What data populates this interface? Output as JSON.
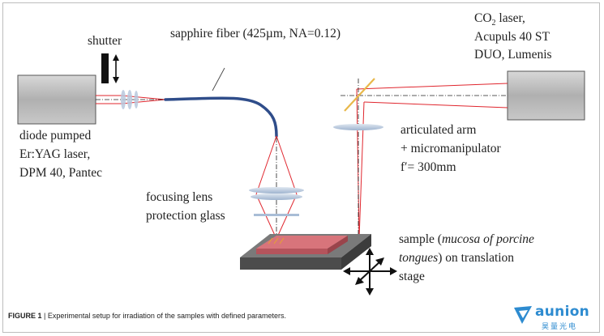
{
  "labels": {
    "shutter": "shutter",
    "fiber": "sapphire fiber (425µm, NA=0.12)",
    "co2_prefix": "CO",
    "co2_sub": "2",
    "co2_suffix": " laser,",
    "co2_line2": "Acupuls 40 ST",
    "co2_line3": "DUO, Lumenis",
    "diode_line1": "diode pumped",
    "diode_line2": "Er:YAG laser,",
    "diode_line3": "DPM 40, Pantec",
    "arm_line1": "articulated arm",
    "arm_line2": "+ micromanipulator",
    "arm_line3": "f′= 300mm",
    "lens_line1": "focusing lens",
    "lens_line2": "protection glass",
    "sample_prefix": "sample (",
    "sample_italic1": "mucosa of porcine",
    "sample_italic2": "tongues",
    "sample_suffix2": ") on translation",
    "sample_line3": "stage"
  },
  "caption": {
    "figure_label": "FIGURE 1",
    "separator": " | ",
    "text": "Experimental setup for irradiation of the samples with defined parameters."
  },
  "logo": {
    "word": "aunion",
    "sub": "昊量光电"
  },
  "colors": {
    "beam": "#e0262e",
    "fiber": "#2f4d8a",
    "laser_box": "#b5b5b5",
    "stage": "#5a5a5a",
    "sample": "#e0737a",
    "lens": "#a9bdd6",
    "mirror": "#e8b84a",
    "logo": "#2d8bd0"
  }
}
